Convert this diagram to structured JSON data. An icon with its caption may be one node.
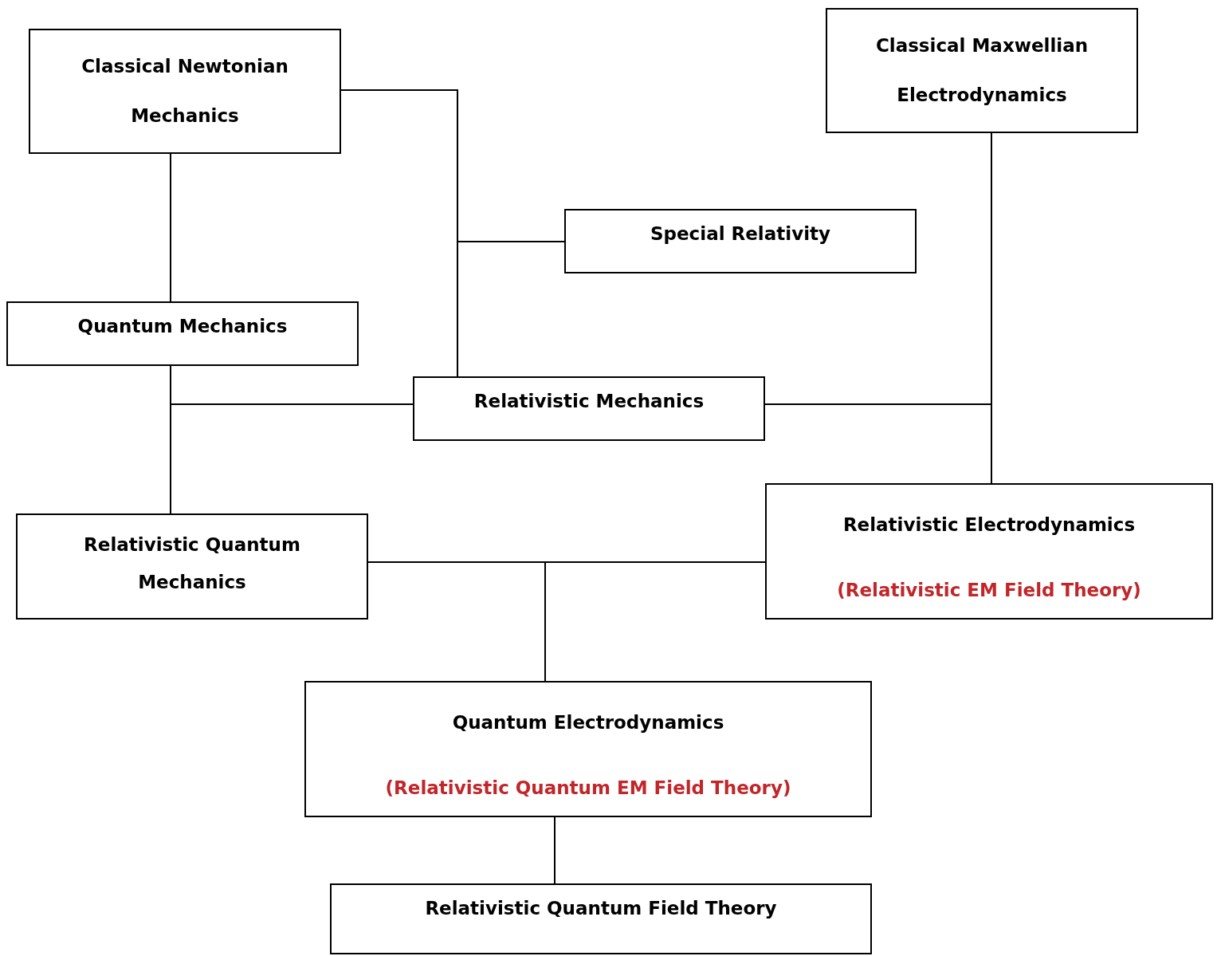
{
  "diagram": {
    "nodes": [
      {
        "text": [
          "Classical Newtonian Mechanics"
        ]
      },
      {
        "text": [
          "Classical Maxwellian Electrodynamics"
        ]
      },
      {
        "text": [
          "Special Relativity"
        ]
      },
      {
        "text": [
          "Quantum Mechanics"
        ]
      },
      {
        "text": [
          "Relativistic Mechanics"
        ]
      },
      {
        "text": [
          "Relativistic Quantum Mechanics"
        ]
      },
      {
        "text": [
          "Relativistic Electrodynamics",
          "(Relativistic EM Field Theory)"
        ]
      },
      {
        "text": [
          "Quantum Electrodynamics",
          "(Relativistic Quantum EM Field Theory)"
        ]
      },
      {
        "text": [
          "Relativistic Quantum Field Theory"
        ]
      }
    ],
    "edges": [
      {
        "from": 0,
        "to": 3,
        "arrow": "none"
      },
      {
        "from": 0,
        "to": 4,
        "arrow": "none"
      },
      {
        "from": 2,
        "to": 4,
        "arrow": "none"
      },
      {
        "from": 3,
        "to": 5,
        "arrow": "none"
      },
      {
        "from": 4,
        "to": 5,
        "arrow": "none"
      },
      {
        "from": 1,
        "to": 6,
        "arrow": "none"
      },
      {
        "from": 4,
        "to": 6,
        "arrow": "none"
      },
      {
        "from": 5,
        "to": 7,
        "arrow": "none"
      },
      {
        "from": 6,
        "to": 7,
        "arrow": "none"
      },
      {
        "from": 7,
        "to": 8,
        "arrow": "none"
      }
    ]
  }
}
